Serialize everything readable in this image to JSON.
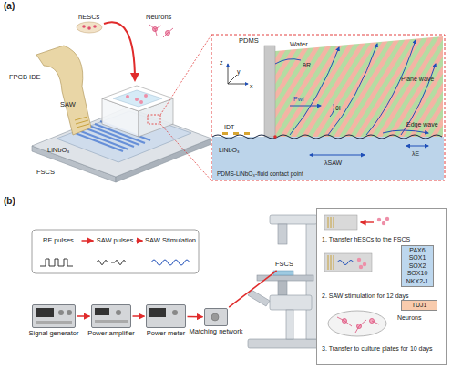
{
  "diagram": {
    "nodes": [
      {
        "text": [
          "RF pulses"
        ]
      },
      {
        "text": [
          "SAW pulses"
        ]
      },
      {
        "text": [
          "SAW Stimulation"
        ]
      },
      {
        "text": [
          "Signal generator"
        ]
      },
      {
        "text": [
          "Power amplifier"
        ]
      },
      {
        "text": [
          "Power meter"
        ]
      },
      {
        "text": [
          "Matching network"
        ]
      },
      {
        "text": [
          "FSCS"
        ]
      },
      {
        "text": [
          "1. Transfer hESCs to the FSCS",
          "2. SAW stimulation for 12 days",
          "3. Transfer to culture plates for 10 days"
        ]
      },
      {
        "text": [
          "PAX6 SOX1 SOX2 SOX10 NKX2-1"
        ],
        "in": 8
      },
      {
        "text": [
          "TUJ1"
        ],
        "in": 8
      }
    ],
    "edges": [
      {
        "from": 0,
        "to": 1,
        "arrow": "to"
      },
      {
        "from": 1,
        "to": 2,
        "arrow": "to"
      },
      {
        "from": 3,
        "to": 4,
        "arrow": "to"
      },
      {
        "from": 4,
        "to": 5,
        "arrow": "to"
      },
      {
        "from": 5,
        "to": 6,
        "arrow": "to"
      },
      {
        "from": 6,
        "to": 7,
        "arrow": "none"
      }
    ],
    "labels": [
      "(a)",
      "hESCs",
      "Neurons",
      "FPCB IDE",
      "SAW",
      "LiNbO₃",
      "FSCS",
      "PDMS",
      "Water",
      "z",
      "y",
      "x",
      "θR",
      "Pwl",
      "θl",
      "Plane wave",
      "IDT",
      "LiNbO₃",
      "PDMS-LiNbO₃-fluid contact point",
      "λSAW",
      "λE",
      "Edge wave",
      "(b)",
      "Neurons"
    ]
  }
}
